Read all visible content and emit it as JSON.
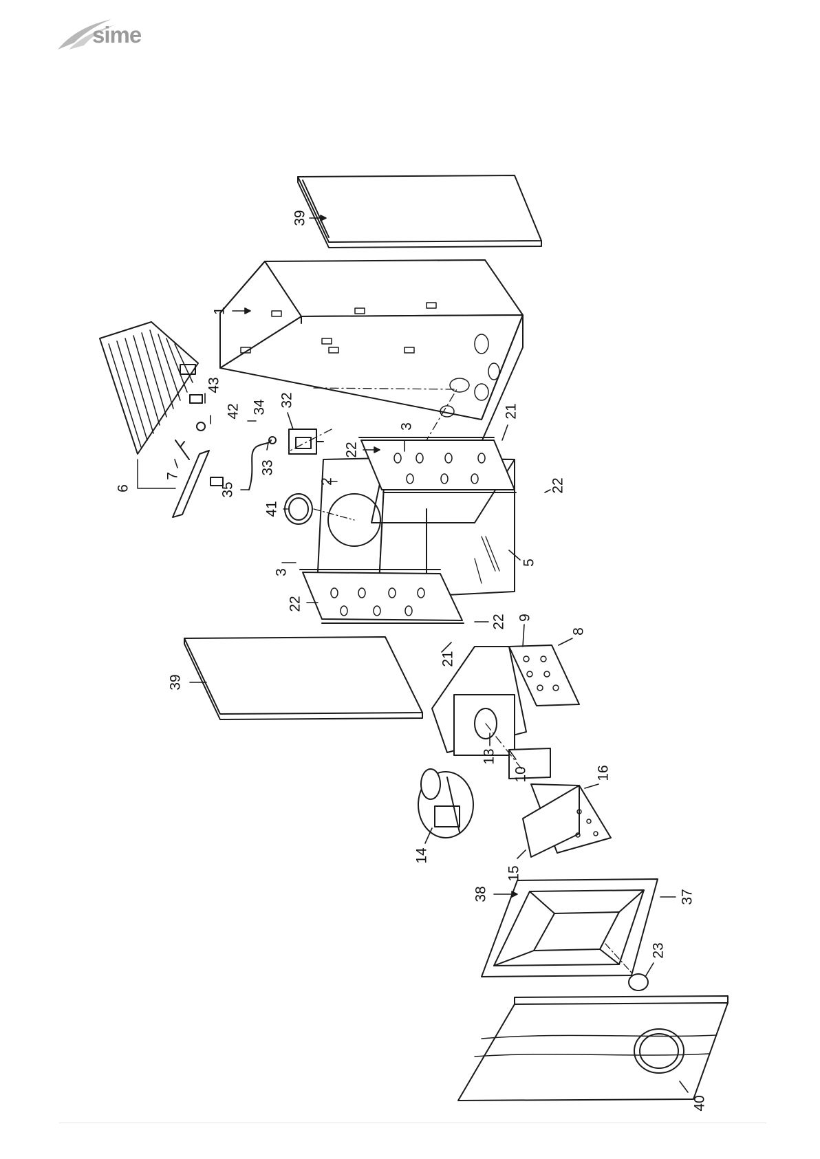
{
  "brand": {
    "name": "sime"
  },
  "callouts": [
    {
      "id": "c39a",
      "text": "39"
    },
    {
      "id": "c1",
      "text": "1"
    },
    {
      "id": "c43",
      "text": "43"
    },
    {
      "id": "c42",
      "text": "42"
    },
    {
      "id": "c34",
      "text": "34"
    },
    {
      "id": "c32",
      "text": "32"
    },
    {
      "id": "c7",
      "text": "7"
    },
    {
      "id": "c35",
      "text": "35"
    },
    {
      "id": "c33",
      "text": "33"
    },
    {
      "id": "c6",
      "text": "6"
    },
    {
      "id": "c22a",
      "text": "22"
    },
    {
      "id": "c3a",
      "text": "3"
    },
    {
      "id": "c21a",
      "text": "21"
    },
    {
      "id": "c22b",
      "text": "22"
    },
    {
      "id": "c2",
      "text": "2"
    },
    {
      "id": "c41",
      "text": "41"
    },
    {
      "id": "c5",
      "text": "5"
    },
    {
      "id": "c3b",
      "text": "3"
    },
    {
      "id": "c22c",
      "text": "22"
    },
    {
      "id": "c22d",
      "text": "22"
    },
    {
      "id": "c21b",
      "text": "21"
    },
    {
      "id": "c9",
      "text": "9"
    },
    {
      "id": "c8",
      "text": "8"
    },
    {
      "id": "c39b",
      "text": "39"
    },
    {
      "id": "c13",
      "text": "13"
    },
    {
      "id": "c10",
      "text": "10"
    },
    {
      "id": "c16",
      "text": "16"
    },
    {
      "id": "c14",
      "text": "14"
    },
    {
      "id": "c15",
      "text": "15"
    },
    {
      "id": "c38",
      "text": "38"
    },
    {
      "id": "c37",
      "text": "37"
    },
    {
      "id": "c23",
      "text": "23"
    },
    {
      "id": "c40",
      "text": "40"
    }
  ]
}
